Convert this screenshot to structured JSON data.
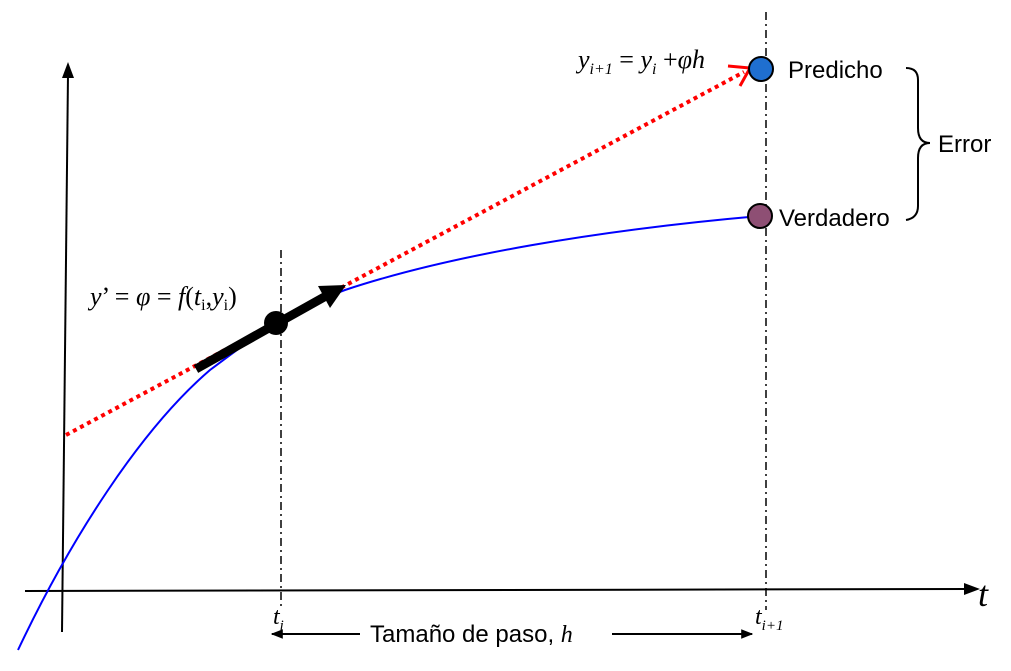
{
  "diagram": {
    "axis_t_label": "t",
    "ti_label": {
      "base": "t",
      "sub": "i"
    },
    "ti1_label": {
      "base": "t",
      "sub": "i+1"
    },
    "step_label": {
      "text": "Tamaño de paso, ",
      "var": "h"
    },
    "slope_eq": {
      "y": "y",
      "prime": "’",
      "eq1": " = ",
      "phi": "φ",
      "eq2": " = ",
      "f": "f",
      "open": "(",
      "t": "t",
      "t_sub": "i",
      "comma": ",",
      "y2": "y",
      "y2_sub": "i",
      "close": ")"
    },
    "update_eq": {
      "y": "y",
      "y_sub": "i+1",
      "eq": " = ",
      "yi": "y",
      "yi_sub": "i",
      "plus": " +",
      "phih": "φh"
    },
    "predicted_label": "Predicho",
    "true_label": "Verdadero",
    "error_label": "Error",
    "colors": {
      "curve": "#0000ff",
      "tangent": "#ff0000",
      "predicted_point": "#1f6fd0",
      "true_point": "#8e4f74",
      "axis": "#000000"
    }
  }
}
